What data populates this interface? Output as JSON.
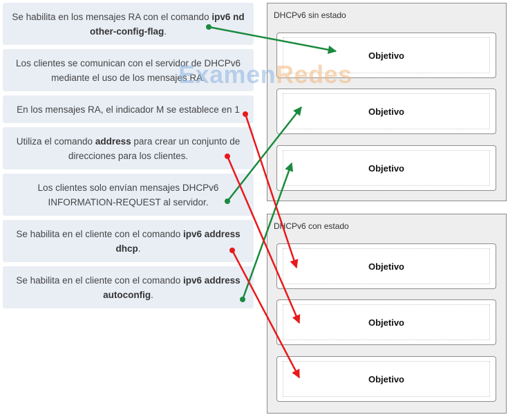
{
  "items": [
    {
      "parts": [
        {
          "t": "Se habilita en los mensajes RA con el comando "
        },
        {
          "t": "ipv6 nd other-config-flag",
          "b": true
        },
        {
          "t": "."
        }
      ]
    },
    {
      "parts": [
        {
          "t": "Los clientes se comunican con el servidor de DHCPv6 mediante el uso de los mensajes RA."
        }
      ]
    },
    {
      "parts": [
        {
          "t": "En los mensajes RA, el indicador M se establece en 1"
        }
      ]
    },
    {
      "parts": [
        {
          "t": "Utiliza el comando "
        },
        {
          "t": "address",
          "b": true
        },
        {
          "t": " para crear un conjunto de direcciones para los clientes."
        }
      ]
    },
    {
      "parts": [
        {
          "t": "Los clientes solo envían mensajes DHCPv6 INFORMATION-REQUEST al servidor."
        }
      ]
    },
    {
      "parts": [
        {
          "t": "Se habilita en el cliente con el comando "
        },
        {
          "t": "ipv6 address dhcp",
          "b": true
        },
        {
          "t": "."
        }
      ]
    },
    {
      "parts": [
        {
          "t": "Se habilita en el cliente con el comando "
        },
        {
          "t": "ipv6 address autoconfig",
          "b": true
        },
        {
          "t": "."
        }
      ]
    }
  ],
  "panels": {
    "stateless": {
      "title": "DHCPv6 sin estado",
      "targets": [
        "Objetivo",
        "Objetivo",
        "Objetivo"
      ]
    },
    "stateful": {
      "title": "DHCPv6 con estado",
      "targets": [
        "Objetivo",
        "Objetivo",
        "Objetivo"
      ]
    }
  },
  "watermark": {
    "part1": "Examen",
    "part2": "Redes"
  },
  "colors": {
    "green_arrow": "#1b8a3e",
    "red_arrow": "#e8191c"
  }
}
